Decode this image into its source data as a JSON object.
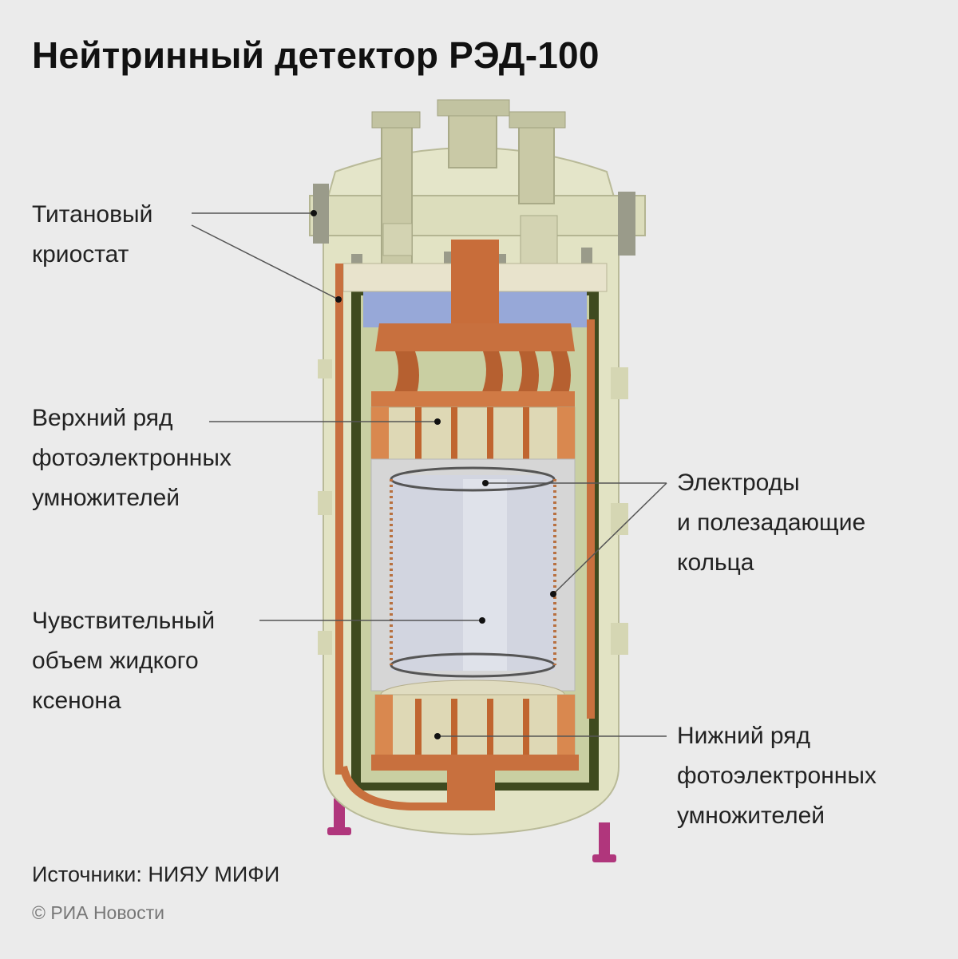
{
  "title": "Нейтринный детектор РЭД-100",
  "labels": {
    "cryostat": [
      "Титановый",
      "криостат"
    ],
    "upper_pmt": [
      "Верхний ряд",
      "фотоэлектронных",
      "умножителей"
    ],
    "electrodes": [
      "Электроды",
      "и полезадающие",
      "кольца"
    ],
    "xenon_volume": [
      "Чувствительный",
      "объем жидкого",
      "ксенона"
    ],
    "lower_pmt": [
      "Нижний ряд",
      "фотоэлектронных",
      "умножителей"
    ]
  },
  "source": "Источники: НИЯУ МИФИ",
  "copyright": "© РИА Новости",
  "colors": {
    "background": "#ebebeb",
    "cryostat": "#e2e3c4",
    "copper": "#c8703e",
    "insulation": "#4e5a2a",
    "pmt": "#ded8b5",
    "chamber": "#d2d5e0",
    "leg": "#b0367c"
  }
}
